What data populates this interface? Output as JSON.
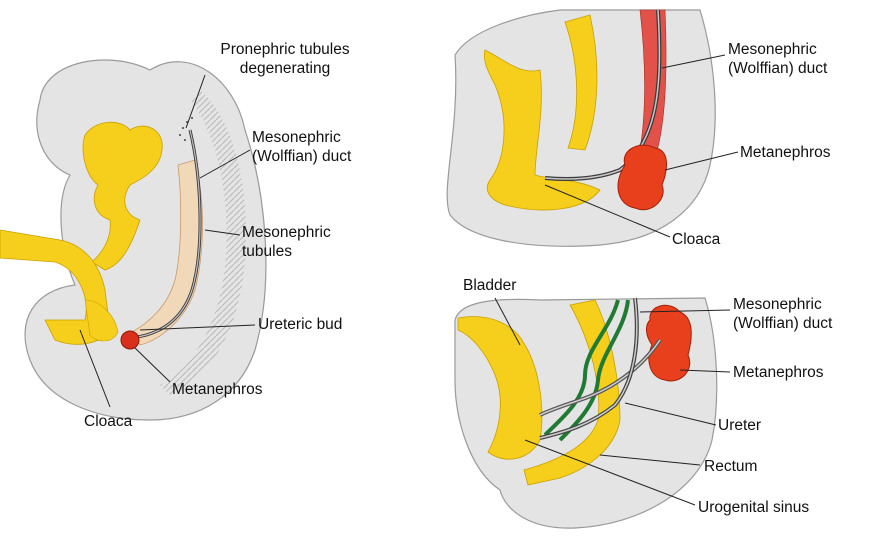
{
  "panel_left": {
    "pronephric_tubules": [
      "Pronephric tubules",
      "degenerating"
    ],
    "mesonephric_duct": [
      "Mesonephric",
      "(Wolffian) duct"
    ],
    "mesonephric_tubules": [
      "Mesonephric",
      "tubules"
    ],
    "ureteric_bud": "Ureteric bud",
    "metanephros": "Metanephros",
    "cloaca": "Cloaca"
  },
  "panel_top_right": {
    "mesonephric_duct": [
      "Mesonephric",
      "(Wolffian) duct"
    ],
    "metanephros": "Metanephros",
    "cloaca": "Cloaca"
  },
  "panel_bottom_right": {
    "bladder": "Bladder",
    "mesonephric_duct": [
      "Mesonephric",
      "(Wolffian) duct"
    ],
    "metanephros": "Metanephros",
    "ureter": "Ureter",
    "rectum": "Rectum",
    "urogenital_sinus": "Urogenital sinus"
  },
  "colors": {
    "tissue": "#e3e3e3",
    "endoderm": "#f7d020",
    "duct": "#777777",
    "metanephros": "#e8401c",
    "vessel": "#2a8a3a"
  }
}
